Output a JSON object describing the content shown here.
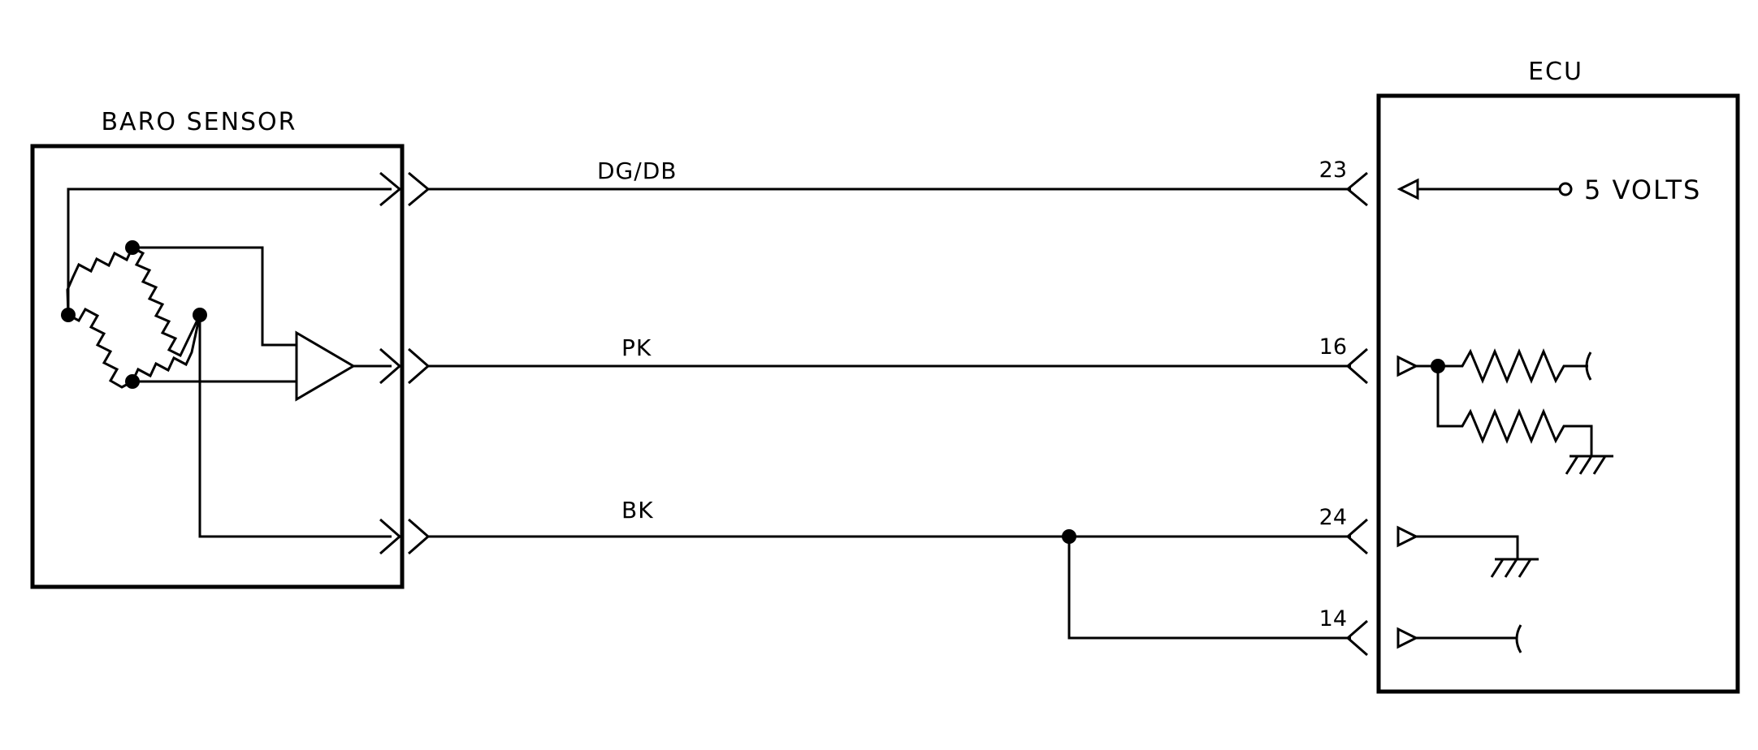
{
  "sensor": {
    "title": "BARO SENSOR"
  },
  "ecu": {
    "title": "ECU",
    "supply_label": "5 VOLTS"
  },
  "wires": [
    {
      "color": "DG/DB",
      "pin": "23"
    },
    {
      "color": "PK",
      "pin": "16"
    },
    {
      "color": "BK",
      "pin": "24"
    },
    {
      "color": "",
      "pin": "14"
    }
  ]
}
